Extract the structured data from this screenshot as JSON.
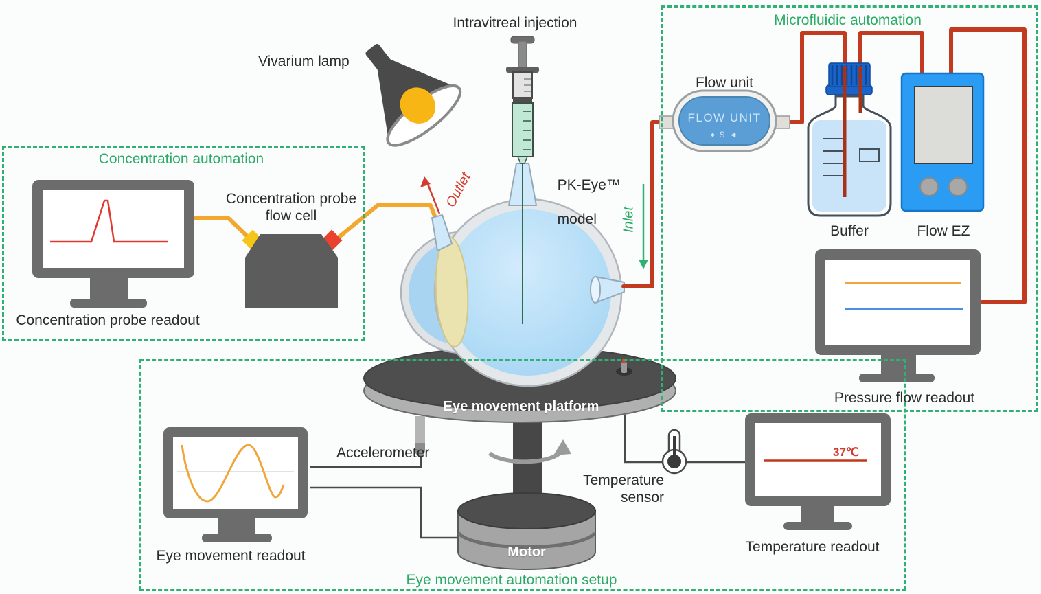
{
  "colors": {
    "automation_green": "#2fb176",
    "tube_red": "#c23a1f",
    "tube_orange": "#f2a72e",
    "accent_red_text": "#d23b2e",
    "monitor_gray": "#6c6c6c",
    "flow_ez_blue": "#2b9cf4",
    "eye_blue": "#b3dcf5",
    "temp_trace_red": "#c0391e",
    "pressure_trace_orange": "#f0a63a",
    "pressure_trace_blue": "#4a90e2"
  },
  "boxes": {
    "concentration": {
      "title": "Concentration automation"
    },
    "microfluidic": {
      "title": "Microfluidic automation"
    },
    "eye_movement": {
      "title": "Eye movement automation setup"
    }
  },
  "labels": {
    "vivarium_lamp": "Vivarium lamp",
    "intravitreal_injection": "Intravitreal injection",
    "pk_eye_line1": "PK-Eye™",
    "pk_eye_line2": "model",
    "outlet": "Outlet",
    "inlet": "Inlet",
    "flow_unit": "Flow unit",
    "buffer": "Buffer",
    "flow_ez": "Flow EZ",
    "pressure_flow_readout": "Pressure flow readout",
    "concentration_probe_readout": "Concentration probe readout",
    "flow_cell_line1": "Concentration probe",
    "flow_cell_line2": "flow cell",
    "eye_movement_platform": "Eye movement platform",
    "accelerometer": "Accelerometer",
    "temperature_sensor_line1": "Temperature",
    "temperature_sensor_line2": "sensor",
    "temperature_readout": "Temperature readout",
    "temperature_value": "37℃",
    "eye_movement_readout": "Eye movement readout",
    "motor": "Motor"
  },
  "device_text": {
    "flow_unit_title": "FLOW UNIT",
    "flow_unit_icons": "♦ S ◄"
  }
}
